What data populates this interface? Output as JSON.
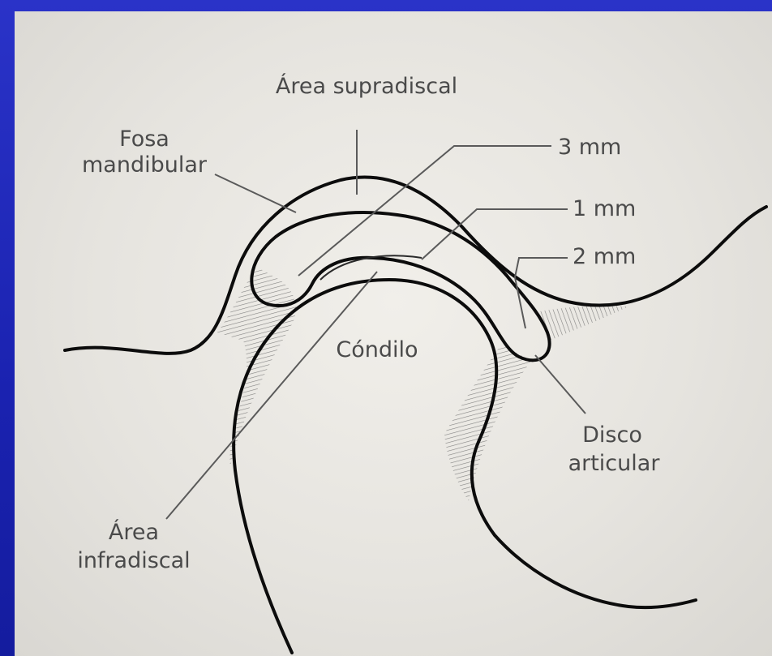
{
  "diagram": {
    "labels": {
      "area_supradiscal": "Área supradiscal",
      "fosa_line1": "Fosa",
      "fosa_line2": "mandibular",
      "mm3": "3 mm",
      "mm1": "1 mm",
      "mm2": "2 mm",
      "condilo": "Cóndilo",
      "disco_line1": "Disco",
      "disco_line2": "articular",
      "area_infra_line1": "Área",
      "area_infra_line2": "infradiscal"
    },
    "colors": {
      "slide_background": "#1a22b8",
      "panel_background": "#e9e7e2",
      "ink": "#0c0c0c",
      "label_text": "#4a4a4a"
    }
  }
}
